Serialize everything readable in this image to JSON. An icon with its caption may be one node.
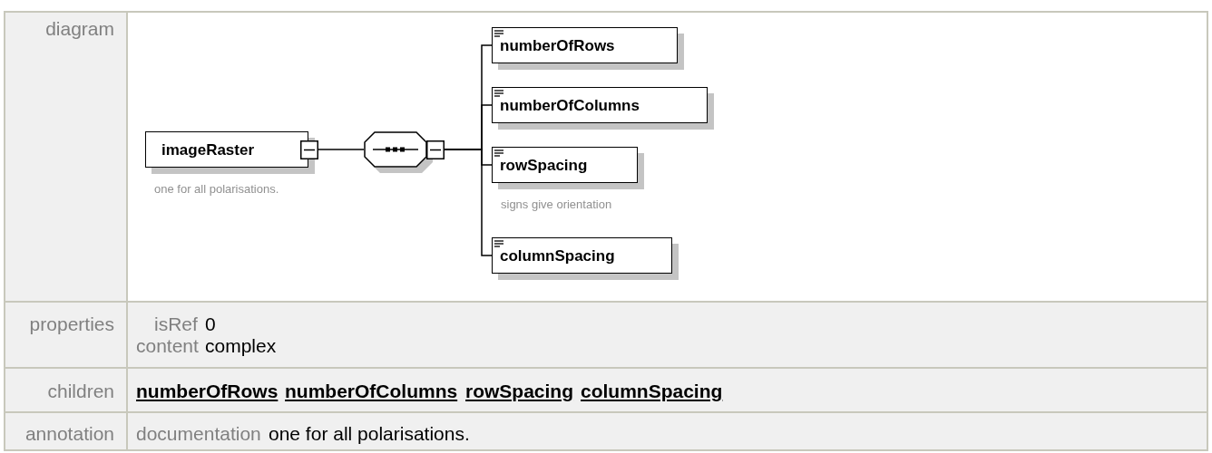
{
  "diagram": {
    "nodes": [
      {
        "text": [
          "imageRaster"
        ],
        "beside": [
          "one for all polarisations."
        ]
      },
      {
        "text": [],
        "shape": "octagon"
      },
      {
        "text": [
          "numberOfRows"
        ]
      },
      {
        "text": [
          "numberOfColumns"
        ]
      },
      {
        "text": [
          "rowSpacing"
        ],
        "beside": [
          "signs give orientation"
        ]
      },
      {
        "text": [
          "columnSpacing"
        ]
      }
    ],
    "edges": [
      {
        "from": 0,
        "to": 1,
        "arrow": "none"
      },
      {
        "from": 1,
        "to": 2,
        "arrow": "none"
      },
      {
        "from": 1,
        "to": 3,
        "arrow": "none"
      },
      {
        "from": 1,
        "to": 4,
        "arrow": "none"
      },
      {
        "from": 1,
        "to": 5,
        "arrow": "none"
      }
    ],
    "labels": [
      "diagram",
      "properties",
      "isRef",
      "0",
      "content",
      "complex",
      "children",
      "numberOfRows",
      "numberOfColumns",
      "rowSpacing",
      "columnSpacing",
      "annotation",
      "documentation",
      "one for all polarisations."
    ]
  }
}
